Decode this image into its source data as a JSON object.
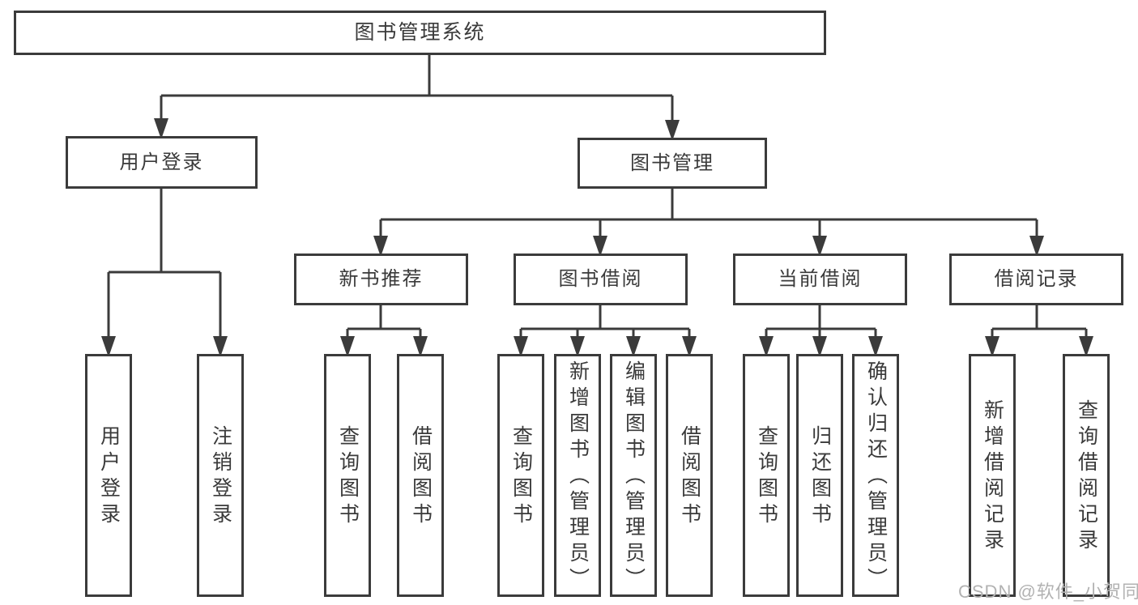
{
  "watermark": "CSDN @软件_小贺同学",
  "colors": {
    "line": "#3b3b3b",
    "text": "#3a3a3a",
    "watermark": "#b2b2b2",
    "box_background": "#ffffff",
    "page_background": "#ffffff"
  },
  "tree": {
    "root": {
      "label": "图书管理系统",
      "children": [
        {
          "label": "用户登录",
          "children": [
            {
              "label": "用户登录"
            },
            {
              "label": "注销登录"
            }
          ]
        },
        {
          "label": "图书管理",
          "children": [
            {
              "label": "新书推荐",
              "children": [
                {
                  "label": "查询图书"
                },
                {
                  "label": "借阅图书"
                }
              ]
            },
            {
              "label": "图书借阅",
              "children": [
                {
                  "label": "查询图书"
                },
                {
                  "label": "新增图书（管理员）"
                },
                {
                  "label": "编辑图书（管理员）"
                },
                {
                  "label": "借阅图书"
                }
              ]
            },
            {
              "label": "当前借阅",
              "children": [
                {
                  "label": "查询图书"
                },
                {
                  "label": "归还图书"
                },
                {
                  "label": "确认归还（管理员）"
                }
              ]
            },
            {
              "label": "借阅记录",
              "children": [
                {
                  "label": "新增借阅记录"
                },
                {
                  "label": "查询借阅记录"
                }
              ]
            }
          ]
        }
      ]
    }
  }
}
